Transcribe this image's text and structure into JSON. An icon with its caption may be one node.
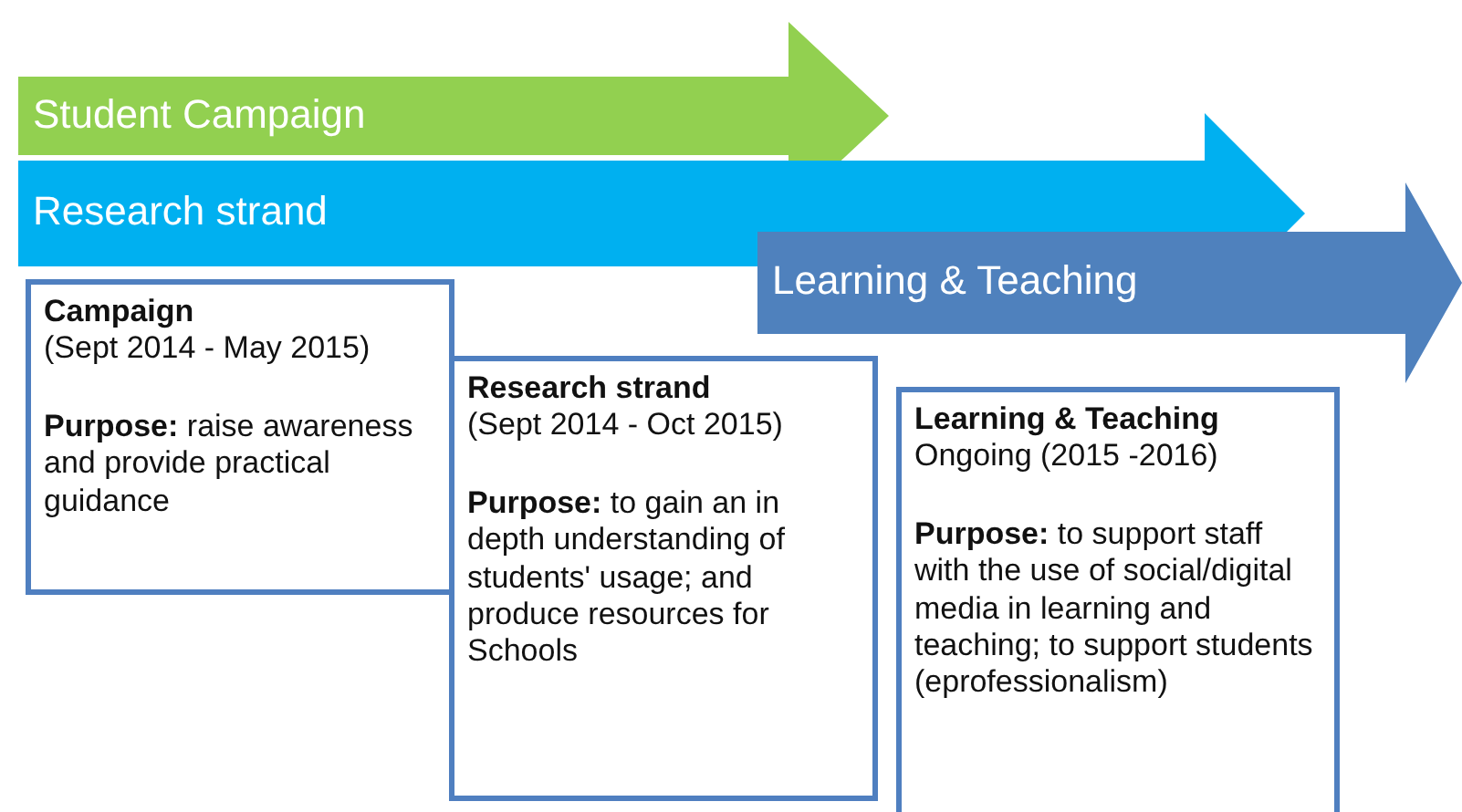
{
  "diagram": {
    "nodes": [
      {
        "text": [
          "Student Campaign"
        ]
      },
      {
        "text": [
          "Research strand"
        ]
      },
      {
        "text": [
          "Learning & Teaching"
        ]
      },
      {
        "text": [
          "Campaign",
          "(Sept 2014 - May 2015)",
          "**Purpose:** raise awareness and provide practical guidance"
        ]
      },
      {
        "text": [
          "Research strand",
          "(Sept 2014 - Oct 2015)",
          "**Purpose:** to gain an in depth understanding of students' usage; and produce resources for Schools"
        ]
      },
      {
        "text": [
          "Learning & Teaching",
          "Ongoing (2015 -2016)",
          "**Purpose:** to support staff with the use of social/digital media in learning and teaching; to support students (eprofessionalism)"
        ]
      }
    ],
    "edges": []
  }
}
